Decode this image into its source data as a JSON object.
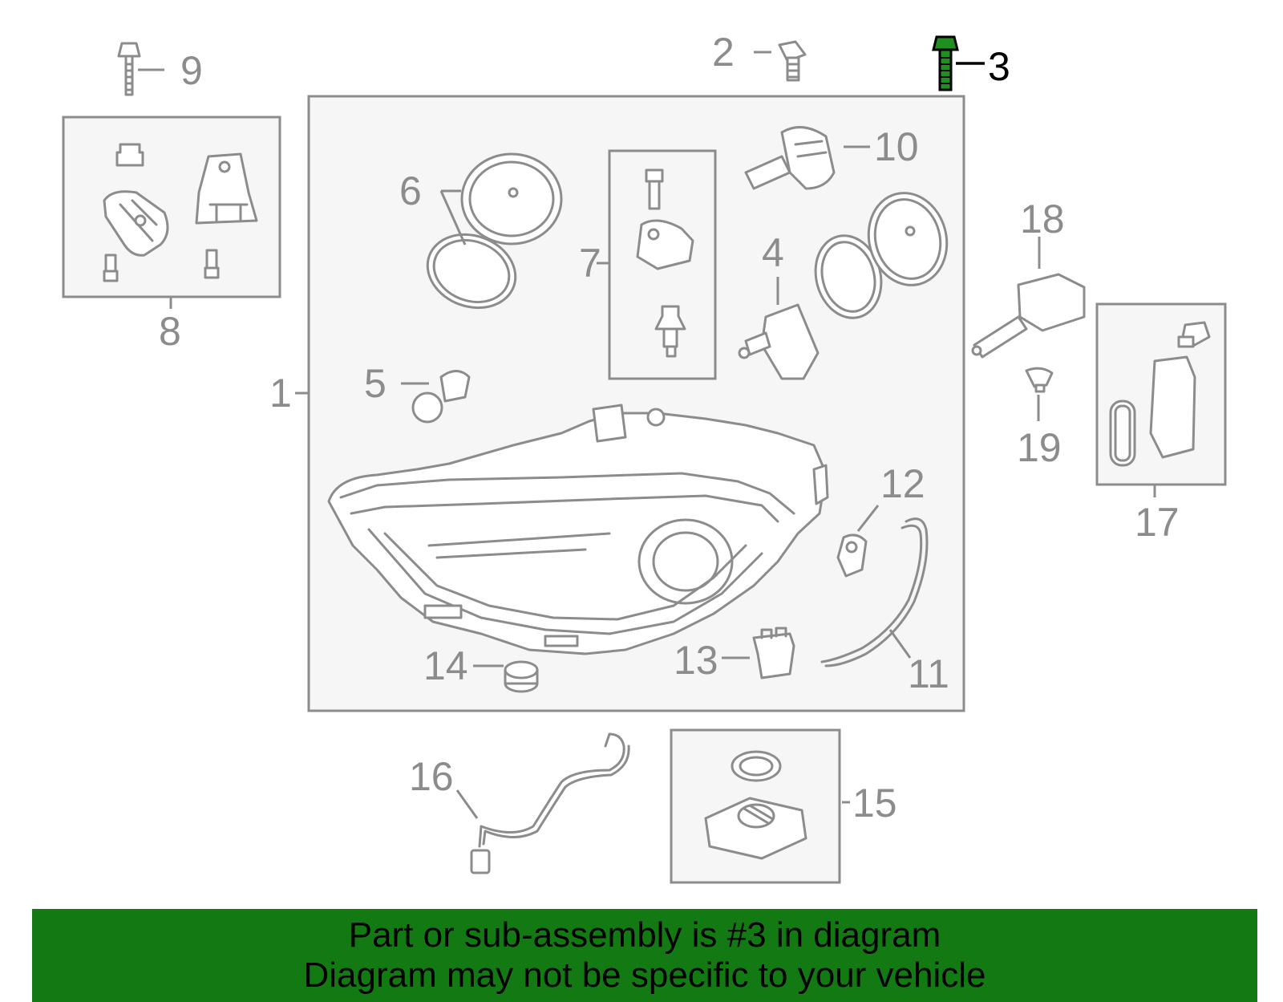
{
  "callouts": {
    "c1": "1",
    "c2": "2",
    "c3": "3",
    "c4": "4",
    "c5": "5",
    "c6": "6",
    "c7": "7",
    "c8": "8",
    "c9": "9",
    "c10": "10",
    "c11": "11",
    "c12": "12",
    "c13": "13",
    "c14": "14",
    "c15": "15",
    "c16": "16",
    "c17": "17",
    "c18": "18",
    "c19": "19"
  },
  "highlight": {
    "part": "3",
    "color": "#137a13"
  },
  "banner": {
    "line1": "Part or sub-assembly is #3 in diagram",
    "line2": "Diagram may not be specific to your vehicle",
    "background": "#137a13"
  }
}
